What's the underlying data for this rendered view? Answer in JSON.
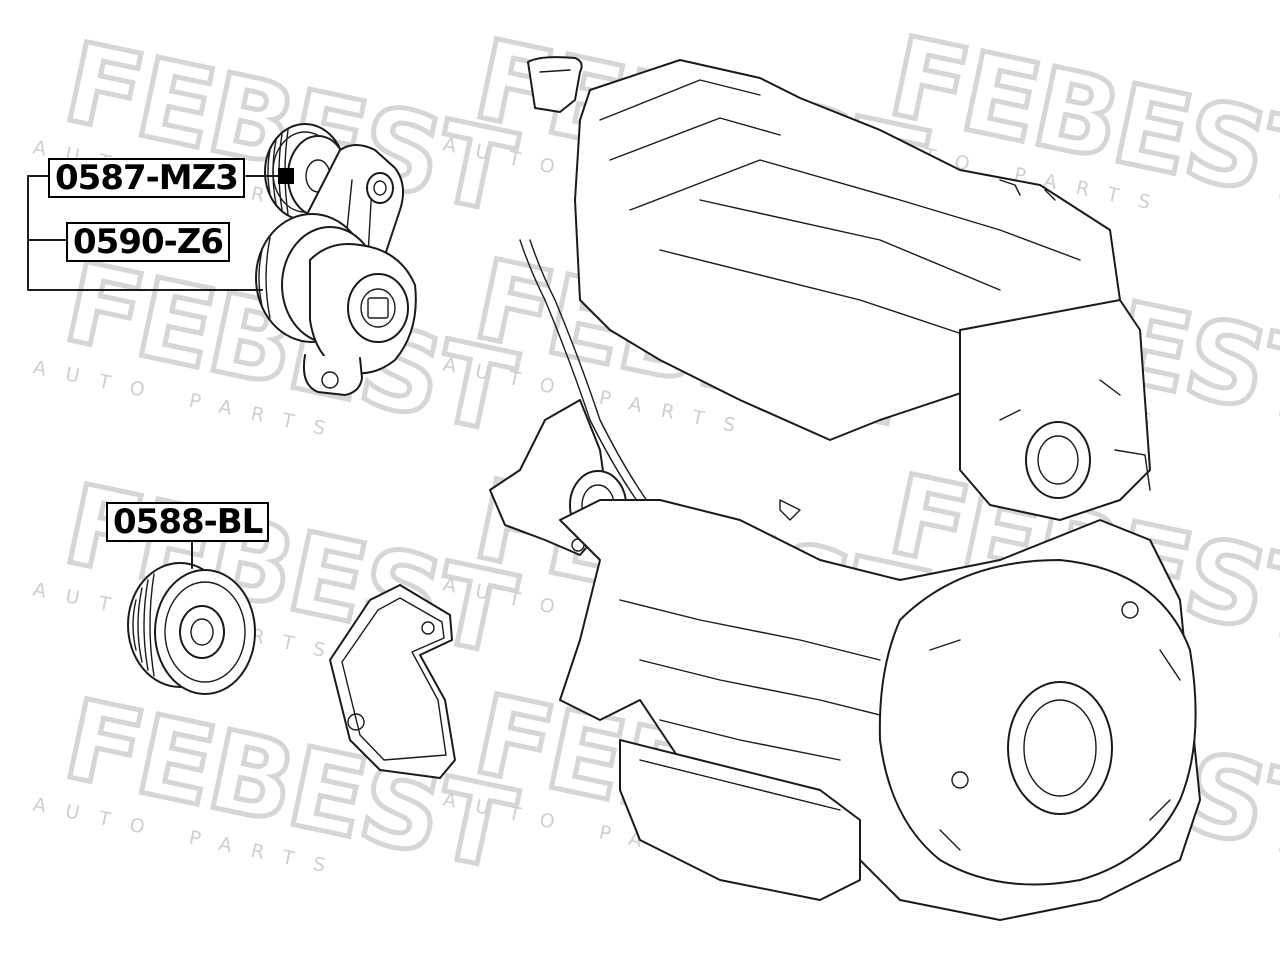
{
  "watermark": {
    "brand": "FEBEST",
    "tagline": "AUTO PARTS"
  },
  "callouts": {
    "tensioner_primary": "0587-MZ3",
    "tensioner_assembly": "0590-Z6",
    "idler_pulley": "0588-BL"
  }
}
